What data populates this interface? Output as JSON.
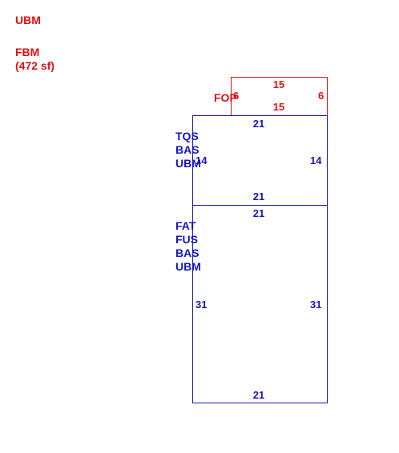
{
  "colors": {
    "red": "#e01010",
    "blue": "#1414c8"
  },
  "legend": {
    "line1": "UBM",
    "line2": "FBM",
    "line3": "(472 sf)"
  },
  "porch": {
    "code": "FOP",
    "dim_top": "15",
    "dim_bottom": "15",
    "dim_left": "6",
    "dim_right": "6"
  },
  "upper_section": {
    "codes": [
      "TQS",
      "BAS",
      "UBM"
    ],
    "dim_top": "21",
    "dim_bottom": "21",
    "dim_left": "14",
    "dim_right": "14"
  },
  "lower_section": {
    "codes": [
      "FAT",
      "FUS",
      "BAS",
      "UBM"
    ],
    "dim_top": "21",
    "dim_bottom": "21",
    "dim_left": "31",
    "dim_right": "31"
  }
}
